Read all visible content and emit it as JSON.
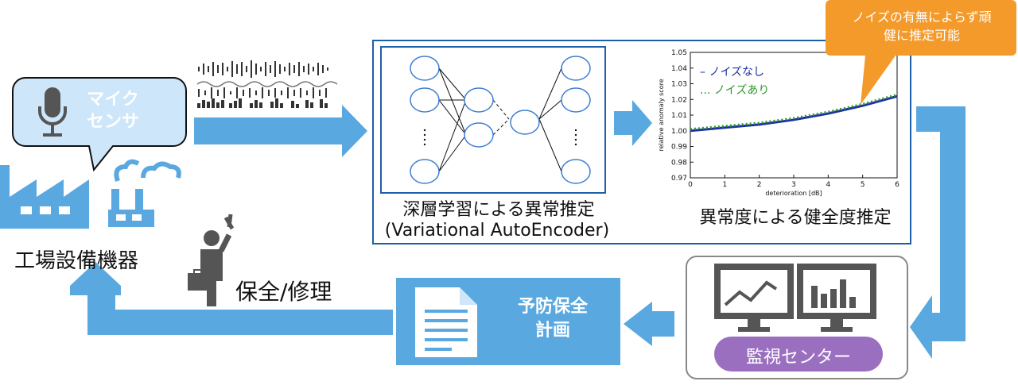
{
  "factory": {
    "label": "工場設備機器"
  },
  "mic": {
    "line1": "マイク",
    "line2": "センサ"
  },
  "maintenance": {
    "label": "保全/修理"
  },
  "deep_learning": {
    "line1": "深層学習による異常推定",
    "line2": "(Variational AutoEncoder)"
  },
  "health": {
    "label": "異常度による健全度推定"
  },
  "callout": {
    "line1": "ノイズの有無によらず頑",
    "line2": "健に推定可能"
  },
  "plan": {
    "line1": "予防保全",
    "line2": "計画"
  },
  "monitor": {
    "label": "監視センター"
  },
  "colors": {
    "arrow": "#5aa8e0",
    "callout": "#f39a2b",
    "monitor_pill": "#9b6fc0",
    "frame": "#1f5fa8",
    "noise_off": "#1f2fa5",
    "noise_on": "#2a9a2a"
  },
  "chart_data": {
    "type": "line",
    "xlabel": "deterioration [dB]",
    "ylabel": "relative anomaly score",
    "xlim": [
      0,
      6
    ],
    "ylim": [
      0.97,
      1.05
    ],
    "xticks": [
      "0",
      "1",
      "2",
      "3",
      "4",
      "5",
      "6"
    ],
    "yticks": [
      "0.97",
      "0.98",
      "0.99",
      "1.00",
      "1.01",
      "1.02",
      "1.03",
      "1.04",
      "1.05"
    ],
    "legend": "top-left",
    "series": [
      {
        "name": "ノイズなし",
        "legend_mark": "–",
        "x": [
          0,
          1,
          2,
          3,
          4,
          5,
          6
        ],
        "values": [
          1.0,
          1.002,
          1.004,
          1.007,
          1.011,
          1.016,
          1.022
        ]
      },
      {
        "name": "ノイズあり",
        "legend_mark": "...",
        "x": [
          0,
          1,
          2,
          3,
          4,
          5,
          6
        ],
        "values": [
          1.001,
          1.003,
          1.005,
          1.008,
          1.012,
          1.017,
          1.023
        ]
      }
    ]
  }
}
